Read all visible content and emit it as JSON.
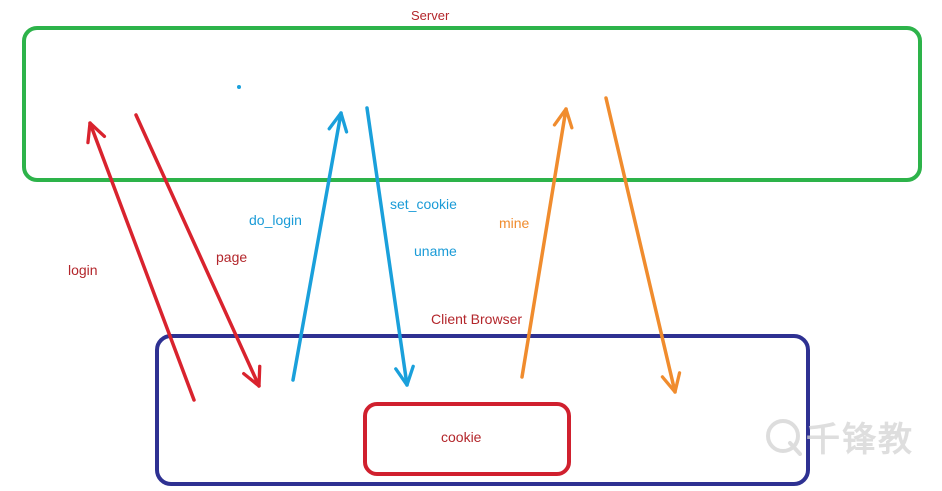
{
  "labels": {
    "server": "Server",
    "client": "Client Browser",
    "cookie": "cookie",
    "login": "login",
    "page": "page",
    "do_login": "do_login",
    "set_cookie": "set_cookie",
    "uname": "uname",
    "mine": "mine"
  },
  "colors": {
    "server_box": "#2db34a",
    "client_box": "#2e3192",
    "cookie_box": "#d0202e",
    "red_arrow": "#d9232e",
    "blue_arrow": "#1aa0db",
    "orange_arrow": "#f08c2e",
    "dark_red_text": "#b3262b",
    "blue_text": "#1a9bd7",
    "orange_text": "#f08c2e"
  },
  "watermark": {
    "text": "千锋教",
    "icon": "qianfeng-logo-icon"
  }
}
